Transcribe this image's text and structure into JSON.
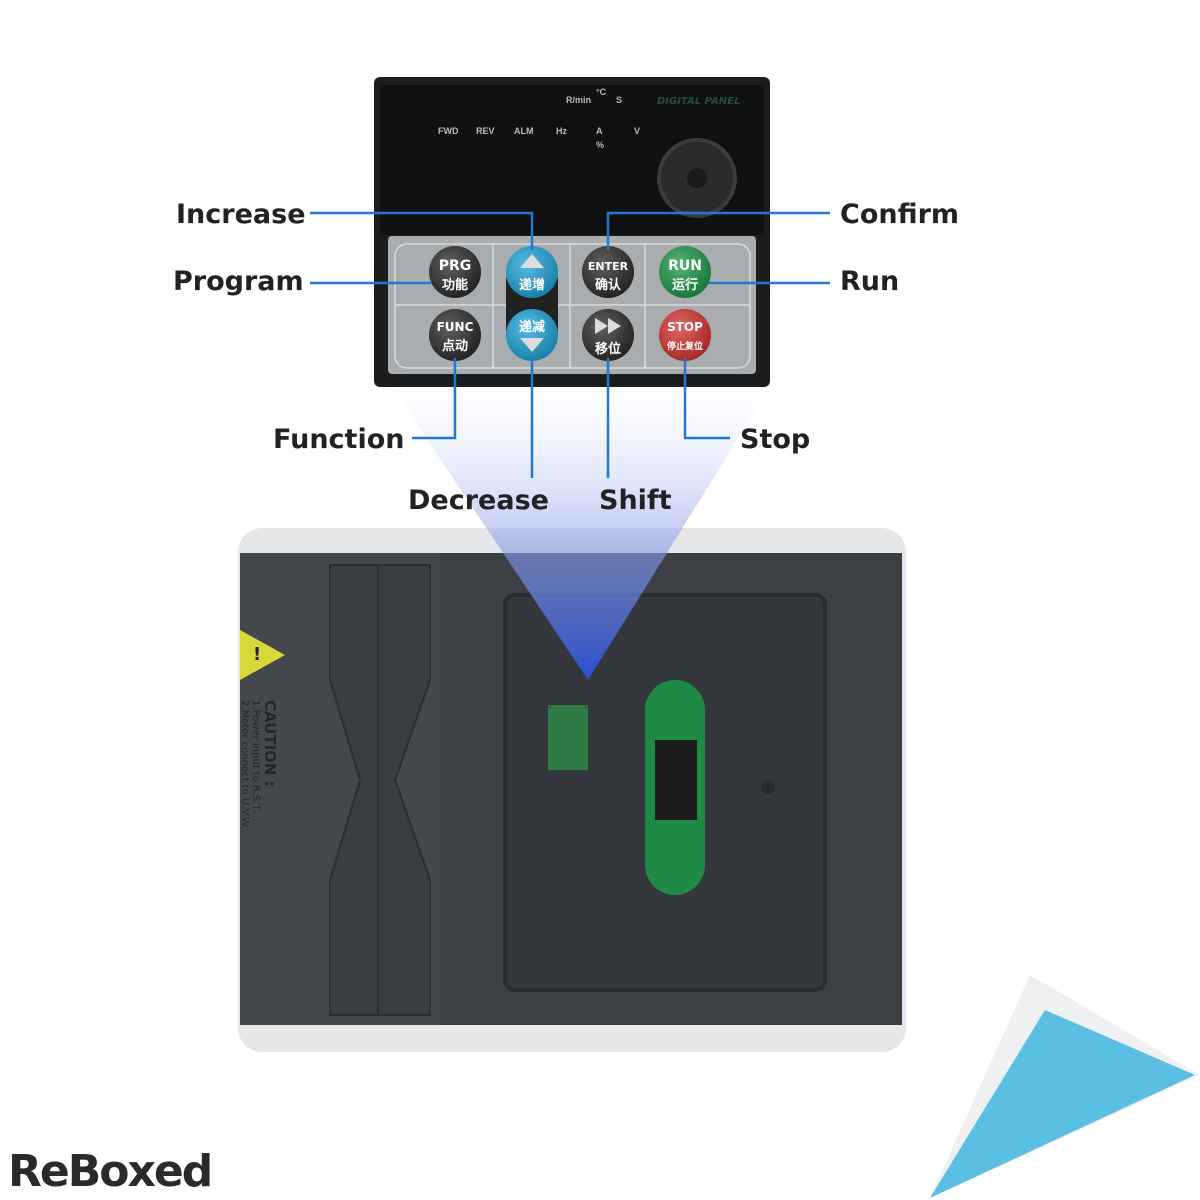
{
  "callouts": {
    "increase": "Increase",
    "confirm": "Confirm",
    "program": "Program",
    "run": "Run",
    "function": "Function",
    "stop": "Stop",
    "decrease": "Decrease",
    "shift": "Shift"
  },
  "panel": {
    "brand_text": "DIGITAL PANEL",
    "indicators": [
      "FWD",
      "REV",
      "ALM",
      "Hz",
      "A",
      "V",
      "%",
      "R/min",
      "°C",
      "S"
    ],
    "buttons": {
      "prg": {
        "top": "PRG",
        "bottom": "功能",
        "color": "#2b2b2b"
      },
      "up": {
        "bottom": "递增",
        "color": "#1ea6dc"
      },
      "enter": {
        "top": "ENTER",
        "bottom": "确认",
        "color": "#2b2b2b"
      },
      "run": {
        "top": "RUN",
        "bottom": "运行",
        "color": "#1c9a4a"
      },
      "func": {
        "top": "FUNC",
        "bottom": "点动",
        "color": "#2b2b2b"
      },
      "down": {
        "top": "递减",
        "color": "#1ea6dc"
      },
      "shift": {
        "bottom": "移位",
        "color": "#2b2b2b"
      },
      "stop": {
        "top": "STOP",
        "bottom": "停止复位",
        "color": "#d8332e"
      }
    }
  },
  "device": {
    "caution_title": "CAUTION :",
    "caution_line1": "1.Power input to R.S.T.",
    "caution_line2": "2.Motor connect to U.V.W."
  },
  "logo": {
    "text": "ReBoxed"
  },
  "colors": {
    "callout_line": "#1f78d1",
    "beam": "#2a4fd6",
    "corner": "#5bbfe3"
  }
}
